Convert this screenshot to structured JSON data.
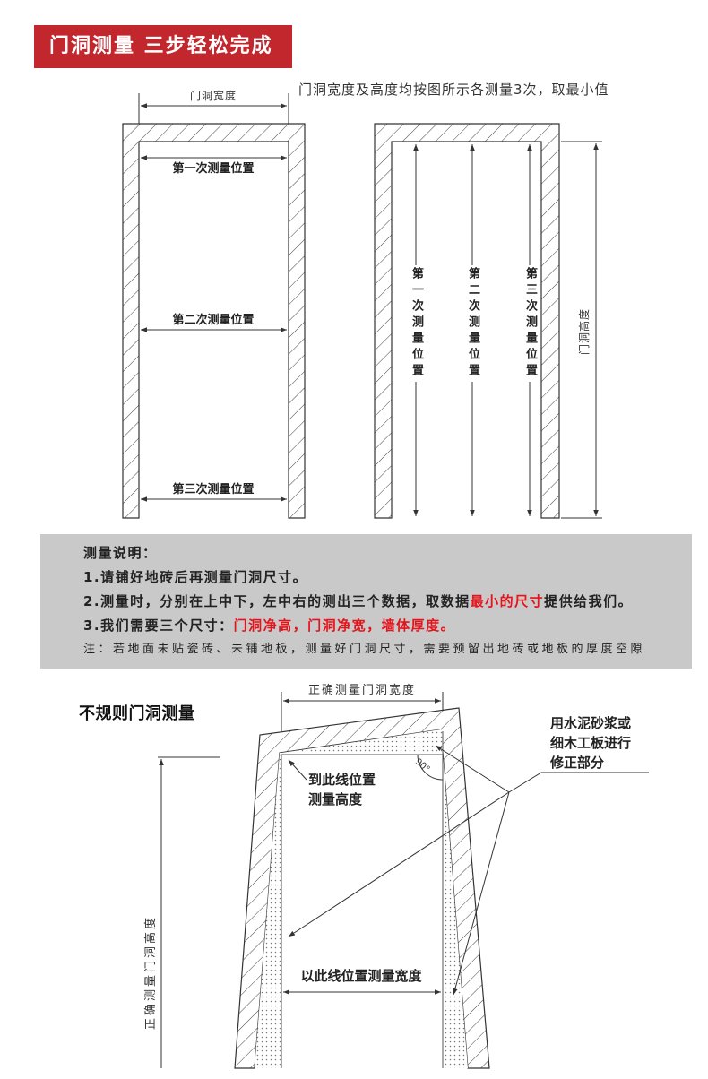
{
  "banner": {
    "title": "门洞测量 三步轻松完成"
  },
  "intro": "门洞宽度及高度均按图所示各测量3次，取最小值",
  "width_diagram": {
    "dimension_label": "门洞宽度",
    "positions": [
      "第一次测量位置",
      "第二次测量位置",
      "第三次测量位置"
    ]
  },
  "height_diagram": {
    "dimension_label": "门洞高度",
    "positions": [
      "第一次测量位置",
      "第二次测量位置",
      "第三次测量位置"
    ]
  },
  "notes": {
    "heading": "测量说明：",
    "item1": "1.请铺好地砖后再测量门洞尺寸。",
    "item2": {
      "before": "2.测量时，分别在上中下，左中右的测出三个数据，取数据",
      "highlight": "最小的尺寸",
      "after": "提供给我们。"
    },
    "item3": {
      "before": "3.我们需要三个尺寸：",
      "highlight": "门洞净高，门洞净宽，墙体厚度。"
    },
    "remark": "注：若地面未贴瓷砖、未铺地板，测量好门洞尺寸，需要预留出地砖或地板的厚度空隙"
  },
  "irregular": {
    "title": "不规则门洞测量",
    "width_dimension_label": "正确测量门洞宽度",
    "height_dimension_label": "正确测量门洞高度",
    "repair_label": [
      "用水泥砂浆或",
      "细木工板进行",
      "修正部分"
    ],
    "height_line_label": [
      "到此线位置",
      "测量高度"
    ],
    "angle_label": "90°",
    "width_line_label": "以此线位置测量宽度"
  },
  "colors": {
    "banner_bg": "#c1272d",
    "banner_text": "#ffffff",
    "notes_bg": "#c9c9c9",
    "highlight": "#e3141b"
  }
}
